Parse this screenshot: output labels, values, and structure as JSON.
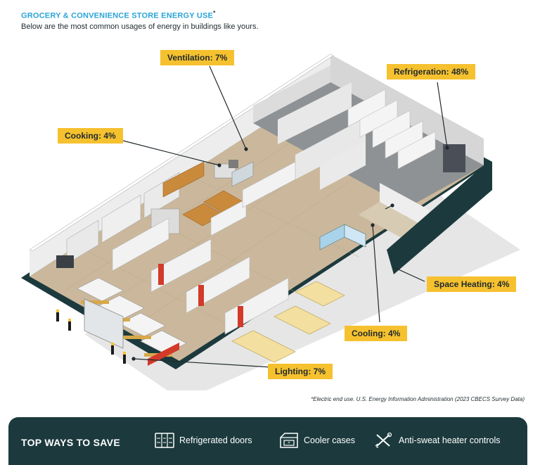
{
  "header": {
    "title": "GROCERY & CONVENIENCE STORE ENERGY USE",
    "title_mark": "*",
    "subtitle": "Below are the most common usages of energy in buildings like yours."
  },
  "labels": {
    "ventilation": "Ventilation: 7%",
    "refrigeration": "Refrigeration: 48%",
    "cooking": "Cooking: 4%",
    "space_heating": "Space Heating: 4%",
    "cooling": "Cooling: 4%",
    "lighting": "Lighting: 7%"
  },
  "source_note": "*Electric end use. U.S. Energy Information Administration (2023 CBECS Survey Data)",
  "footer": {
    "title": "TOP WAYS TO SAVE",
    "ways": [
      {
        "label": "Refrigerated doors",
        "icon": "refrigerated-doors-icon"
      },
      {
        "label": "Cooler cases",
        "icon": "cooler-case-icon"
      },
      {
        "label": "Anti-sweat heater controls",
        "icon": "heater-controls-icon"
      }
    ]
  },
  "colors": {
    "accent_blue": "#2aa4d8",
    "label_yellow": "#f6c12e",
    "footer_bg": "#1c3a3d",
    "wall_dark": "#1c3a3d",
    "floor": "#cbb89c"
  }
}
